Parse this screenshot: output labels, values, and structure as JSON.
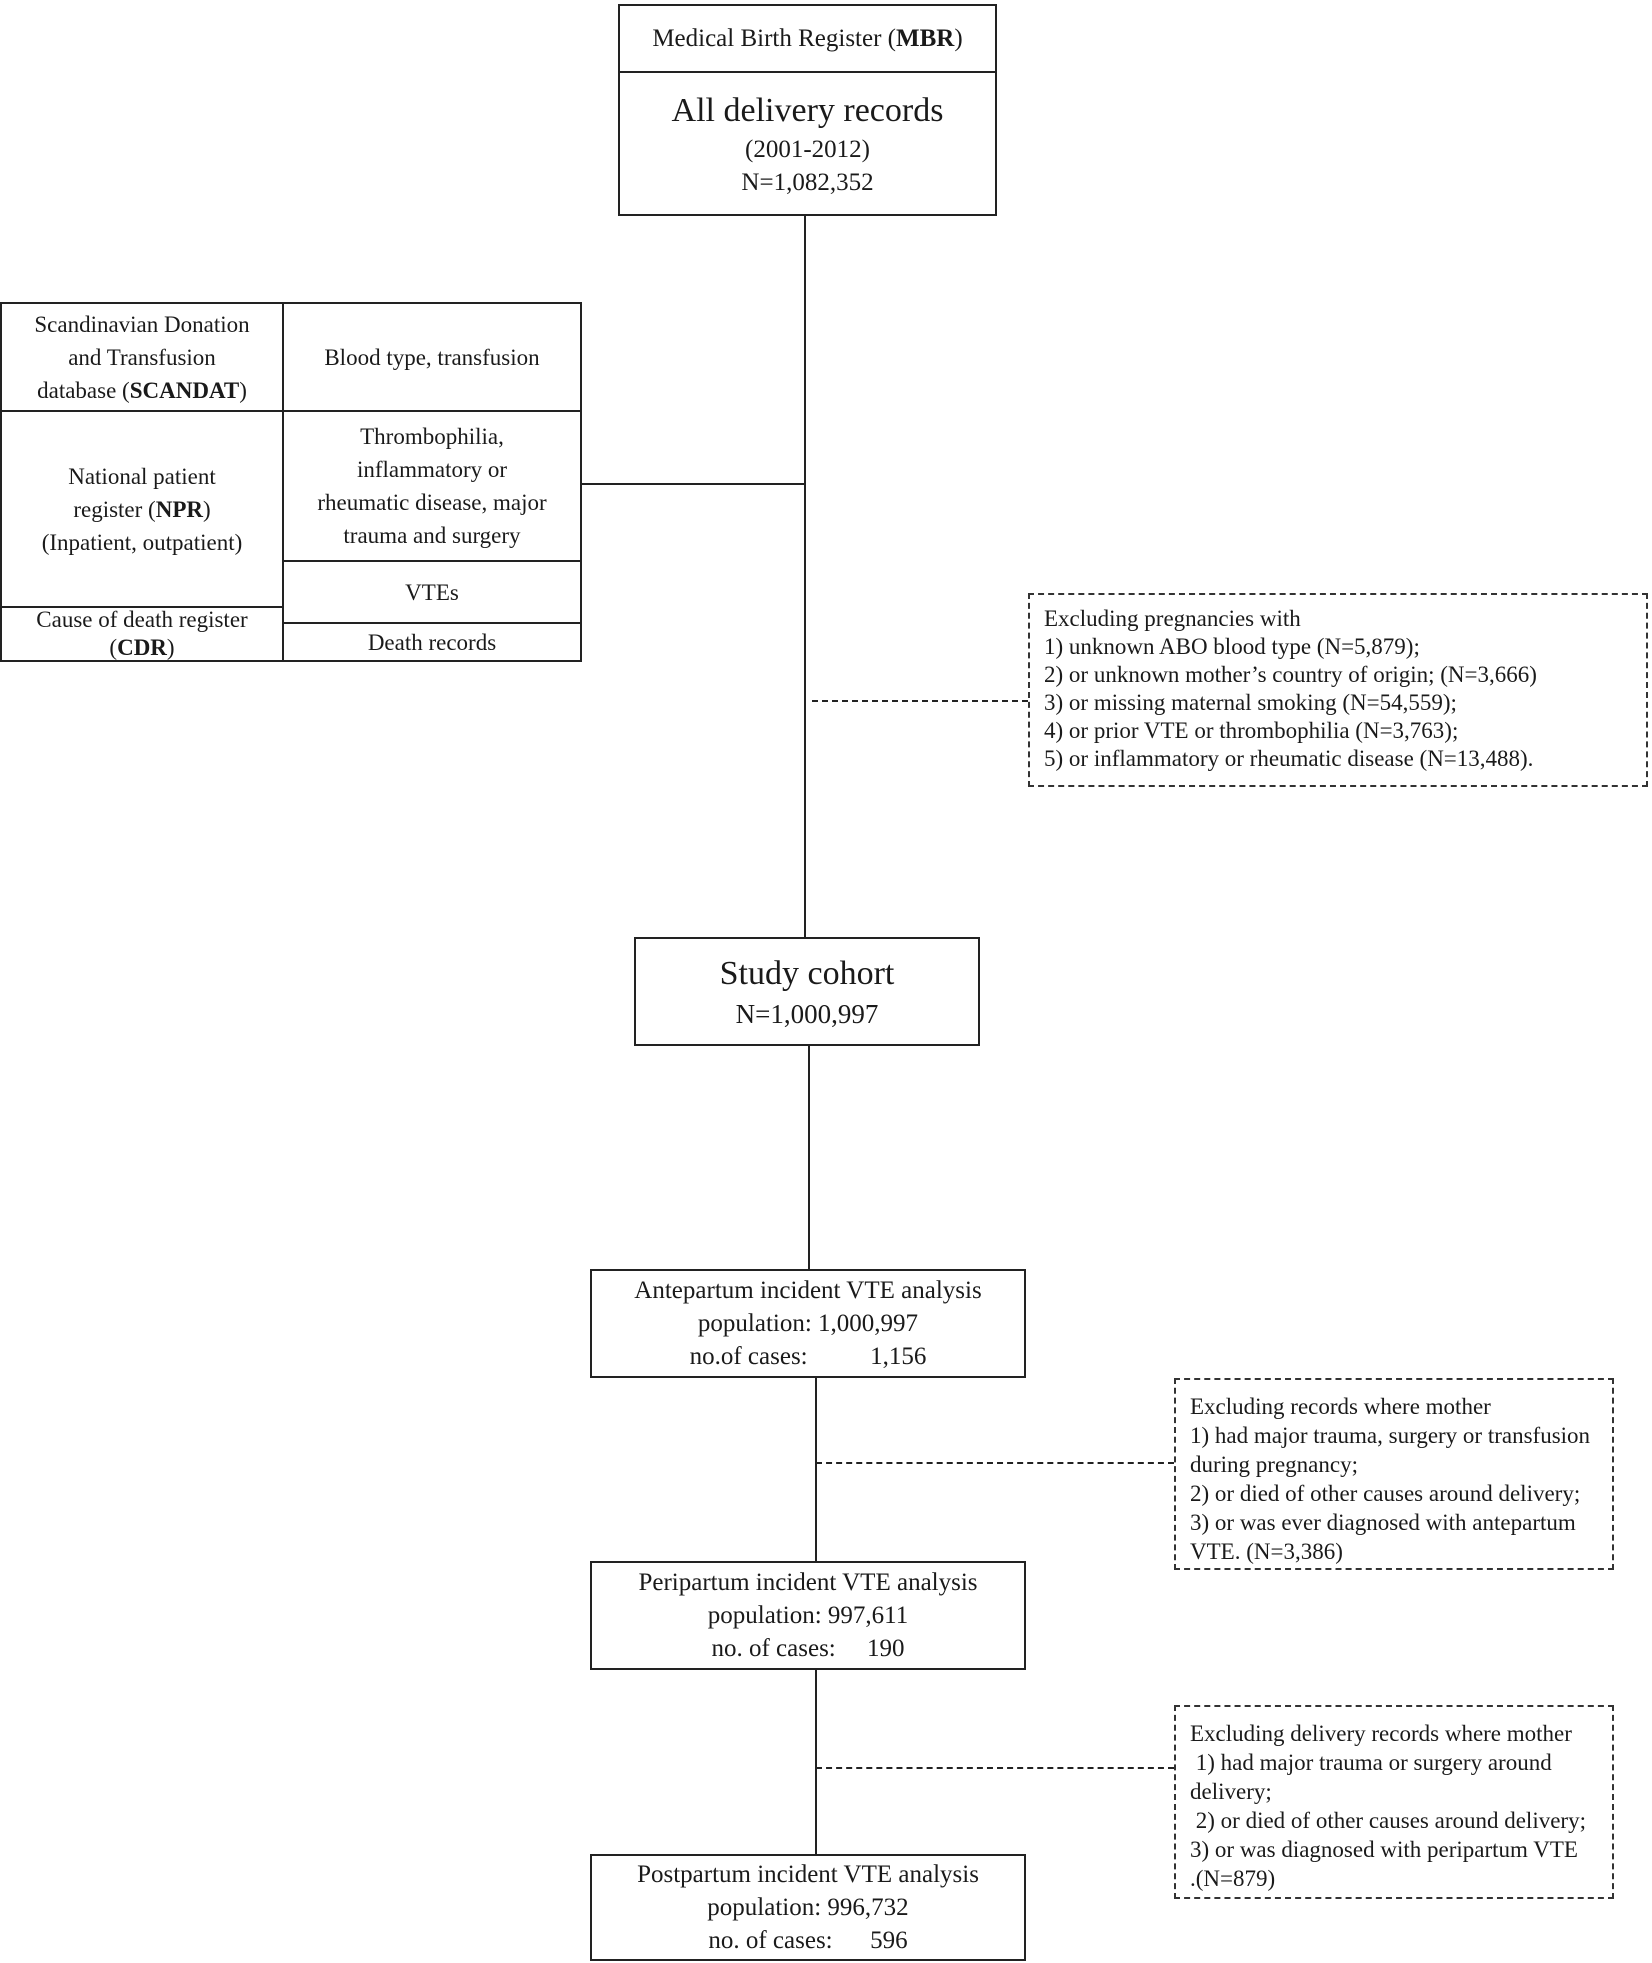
{
  "mbr": {
    "header_prefix": "Medical Birth Register (",
    "header_bold": "MBR",
    "header_suffix": ")",
    "title": "All delivery records",
    "years": "(2001-2012)",
    "count": "N=1,082,352"
  },
  "sources": {
    "scandat": {
      "name_line1": "Scandinavian Donation",
      "name_line2": "and Transfusion",
      "name_line3_prefix": "database (",
      "name_line3_bold": "SCANDAT",
      "name_line3_suffix": ")",
      "info": "Blood type, transfusion"
    },
    "npr": {
      "name_line1": "National patient",
      "name_line2_prefix": "register (",
      "name_line2_bold": "NPR",
      "name_line2_suffix": ")",
      "name_line3": "(Inpatient, outpatient)",
      "info_lines": [
        "Thrombophilia,",
        "inflammatory or",
        "rheumatic disease, major",
        "trauma and surgery"
      ],
      "info2": "VTEs"
    },
    "cdr": {
      "name_line1": "Cause of death register",
      "name_line2_prefix": "(",
      "name_line2_bold": "CDR",
      "name_line2_suffix": ")",
      "info": "Death records"
    }
  },
  "exclusion1": {
    "lines": [
      "Excluding pregnancies with",
      "1) unknown ABO blood type (N=5,879);",
      "2) or unknown mother’s country of origin; (N=3,666)",
      "3) or missing maternal smoking (N=54,559);",
      "4) or prior VTE or thrombophilia (N=3,763);",
      "5) or inflammatory or rheumatic disease (N=13,488)."
    ]
  },
  "cohort": {
    "title": "Study cohort",
    "count": "N=1,000,997"
  },
  "antepartum": {
    "title": "Antepartum incident VTE analysis",
    "population": "population: 1,000,997",
    "cases": "no.of cases:          1,156"
  },
  "exclusion2": {
    "lines": [
      "Excluding records where mother",
      "1) had major trauma, surgery or transfusion",
      "during pregnancy;",
      "2) or died of other causes around delivery;",
      "3) or was ever diagnosed with antepartum",
      "VTE. (N=3,386)"
    ]
  },
  "peripartum": {
    "title": "Peripartum incident VTE analysis",
    "population": "population: 997,611",
    "cases": "no. of cases:     190"
  },
  "exclusion3": {
    "lines": [
      "Excluding delivery records where mother",
      " 1) had major trauma or surgery around",
      "delivery;",
      " 2) or died of other causes around delivery;",
      "3) or was diagnosed with peripartum VTE",
      ".(N=879)"
    ]
  },
  "postpartum": {
    "title": "Postpartum incident VTE analysis",
    "population": "population: 996,732",
    "cases": "no. of cases:      596"
  }
}
